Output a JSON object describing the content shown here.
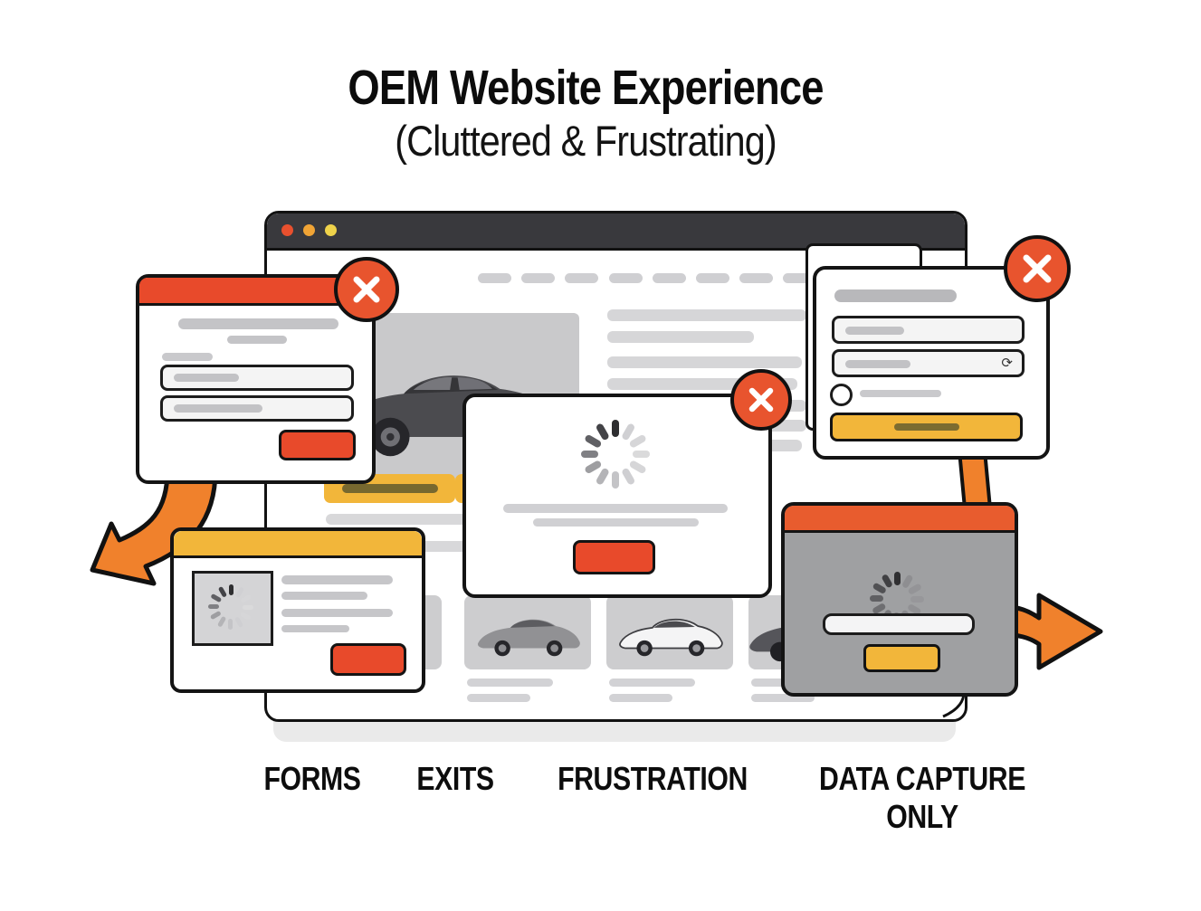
{
  "title": {
    "line1": "OEM Website Experience",
    "line2": "(Cluttered & Frustrating)"
  },
  "labels": {
    "forms": "FORMS",
    "exits": "EXITS",
    "frustration": "FRUSTRATION",
    "data_capture": "DATA CAPTURE\nONLY"
  },
  "icons": {
    "close": "x-close",
    "refresh_glyph": "⟳",
    "loading_spinner": "12-segment spinner",
    "traffic_lights": [
      "#e8502e",
      "#f0a435",
      "#eed24a"
    ]
  },
  "colors": {
    "accent_red": "#e84a2b",
    "accent_orange_arrow": "#f0812c",
    "accent_yellow": "#f2b63a",
    "browser_bar": "#39393d",
    "gray_modal_body": "#9fa0a2",
    "skeleton_gray": "#d2d2d5",
    "spinner": {
      "light": [
        "#2e2e30",
        "#d0d0d3",
        "#d6d6d8",
        "#dadadb",
        "#d6d6d8",
        "#cfcfd2",
        "#c4c4c7",
        "#b4b4b7",
        "#9e9ea1",
        "#808084",
        "#606064",
        "#434347"
      ],
      "dark": [
        "#2f2f31",
        "#8e8e91",
        "#949497",
        "#97979a",
        "#919194",
        "#8a8a8d",
        "#828285",
        "#78787b",
        "#6e6e71",
        "#606063",
        "#515154",
        "#404043"
      ]
    }
  }
}
